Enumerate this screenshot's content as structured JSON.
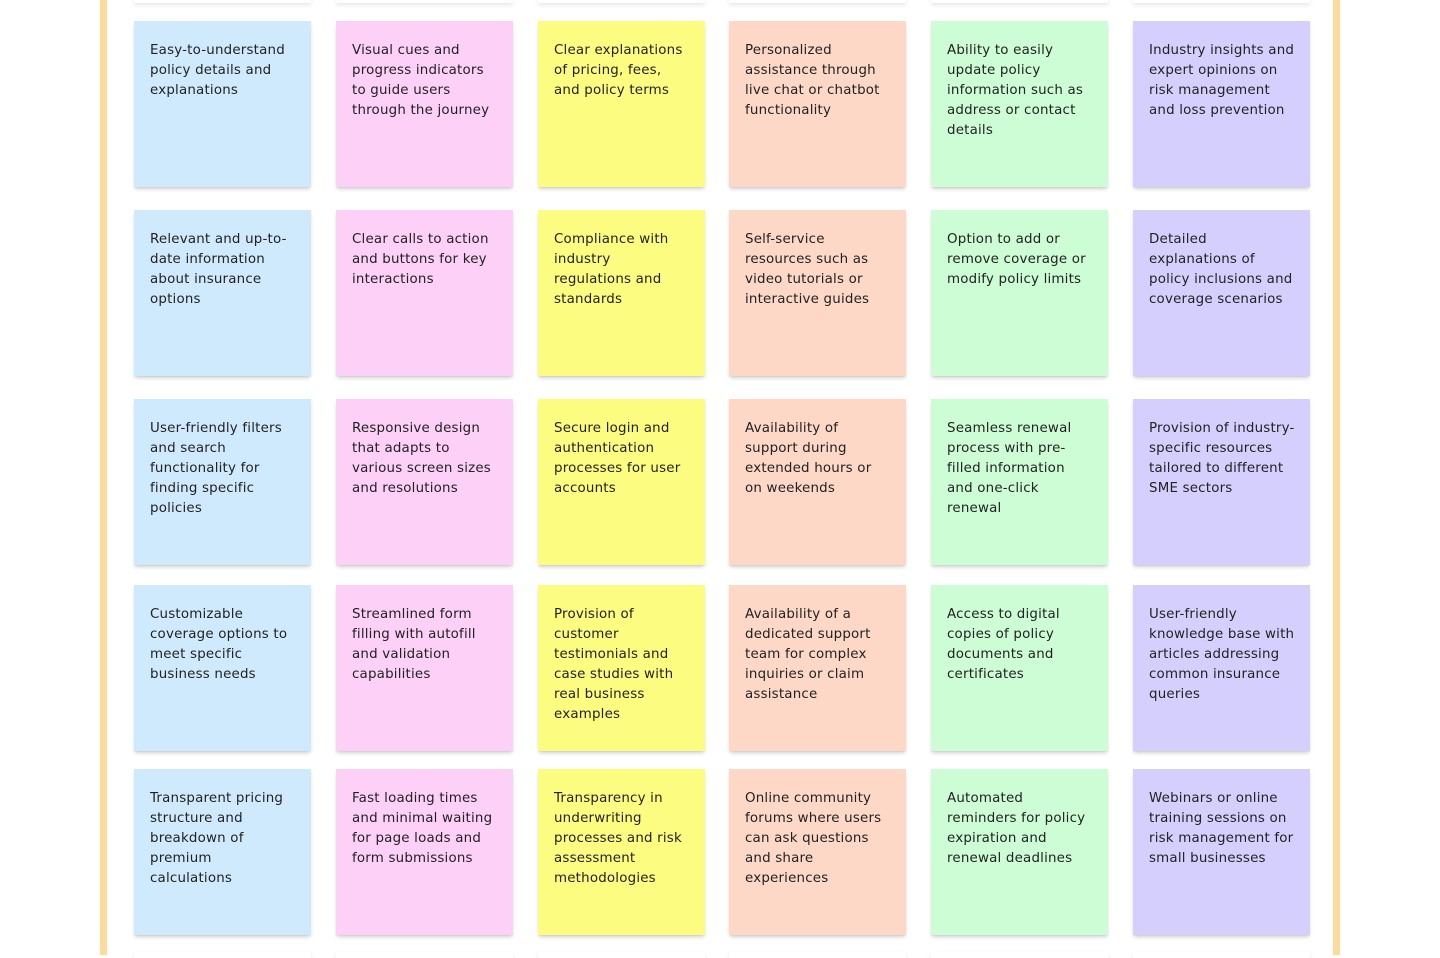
{
  "colors": {
    "frame": "#fbdc9a",
    "columns": [
      "#cfeafd",
      "#fdd0f7",
      "#fbfc80",
      "#fdd8c7",
      "#ccfdd4",
      "#d5cffd"
    ]
  },
  "rows": [
    [
      "Easy-to-understand policy details and explanations",
      "Visual cues and progress indicators to guide users through the journey",
      "Clear explanations of pricing, fees, and policy terms",
      "Personalized assistance through live chat or chatbot functionality",
      "Ability to easily update policy information such as address or contact details",
      "Industry insights and expert opinions on risk management and loss prevention"
    ],
    [
      "Relevant and up-to-date information about insurance options",
      "Clear calls to action and buttons for key interactions",
      "Compliance with industry regulations and standards",
      "Self-service resources such as video tutorials or interactive guides",
      "Option to add or remove coverage or modify policy limits",
      "Detailed explanations of policy inclusions and coverage scenarios"
    ],
    [
      "User-friendly filters and search functionality for finding specific policies",
      "Responsive design that adapts to various screen sizes and resolutions",
      "Secure login and authentication processes for user accounts",
      "Availability of support during extended hours or on weekends",
      "Seamless renewal process with pre-filled information and one-click renewal",
      "Provision of industry-specific resources tailored to different SME sectors"
    ],
    [
      "Customizable coverage options to meet specific business needs",
      "Streamlined form filling with autofill and validation capabilities",
      "Provision of customer testimonials and case studies with real business examples",
      "Availability of a dedicated support team for complex inquiries or claim assistance",
      "Access to digital copies of policy documents and certificates",
      "User-friendly knowledge base with articles addressing common insurance queries"
    ],
    [
      "Transparent pricing structure and breakdown of premium calculations",
      "Fast loading times and minimal waiting for page loads and form submissions",
      "Transparency in underwriting processes and risk assessment methodologies",
      "Online community forums where users can ask questions and share experiences",
      "Automated reminders for policy expiration and renewal deadlines",
      "Webinars or online training sessions on risk management for small businesses"
    ]
  ]
}
